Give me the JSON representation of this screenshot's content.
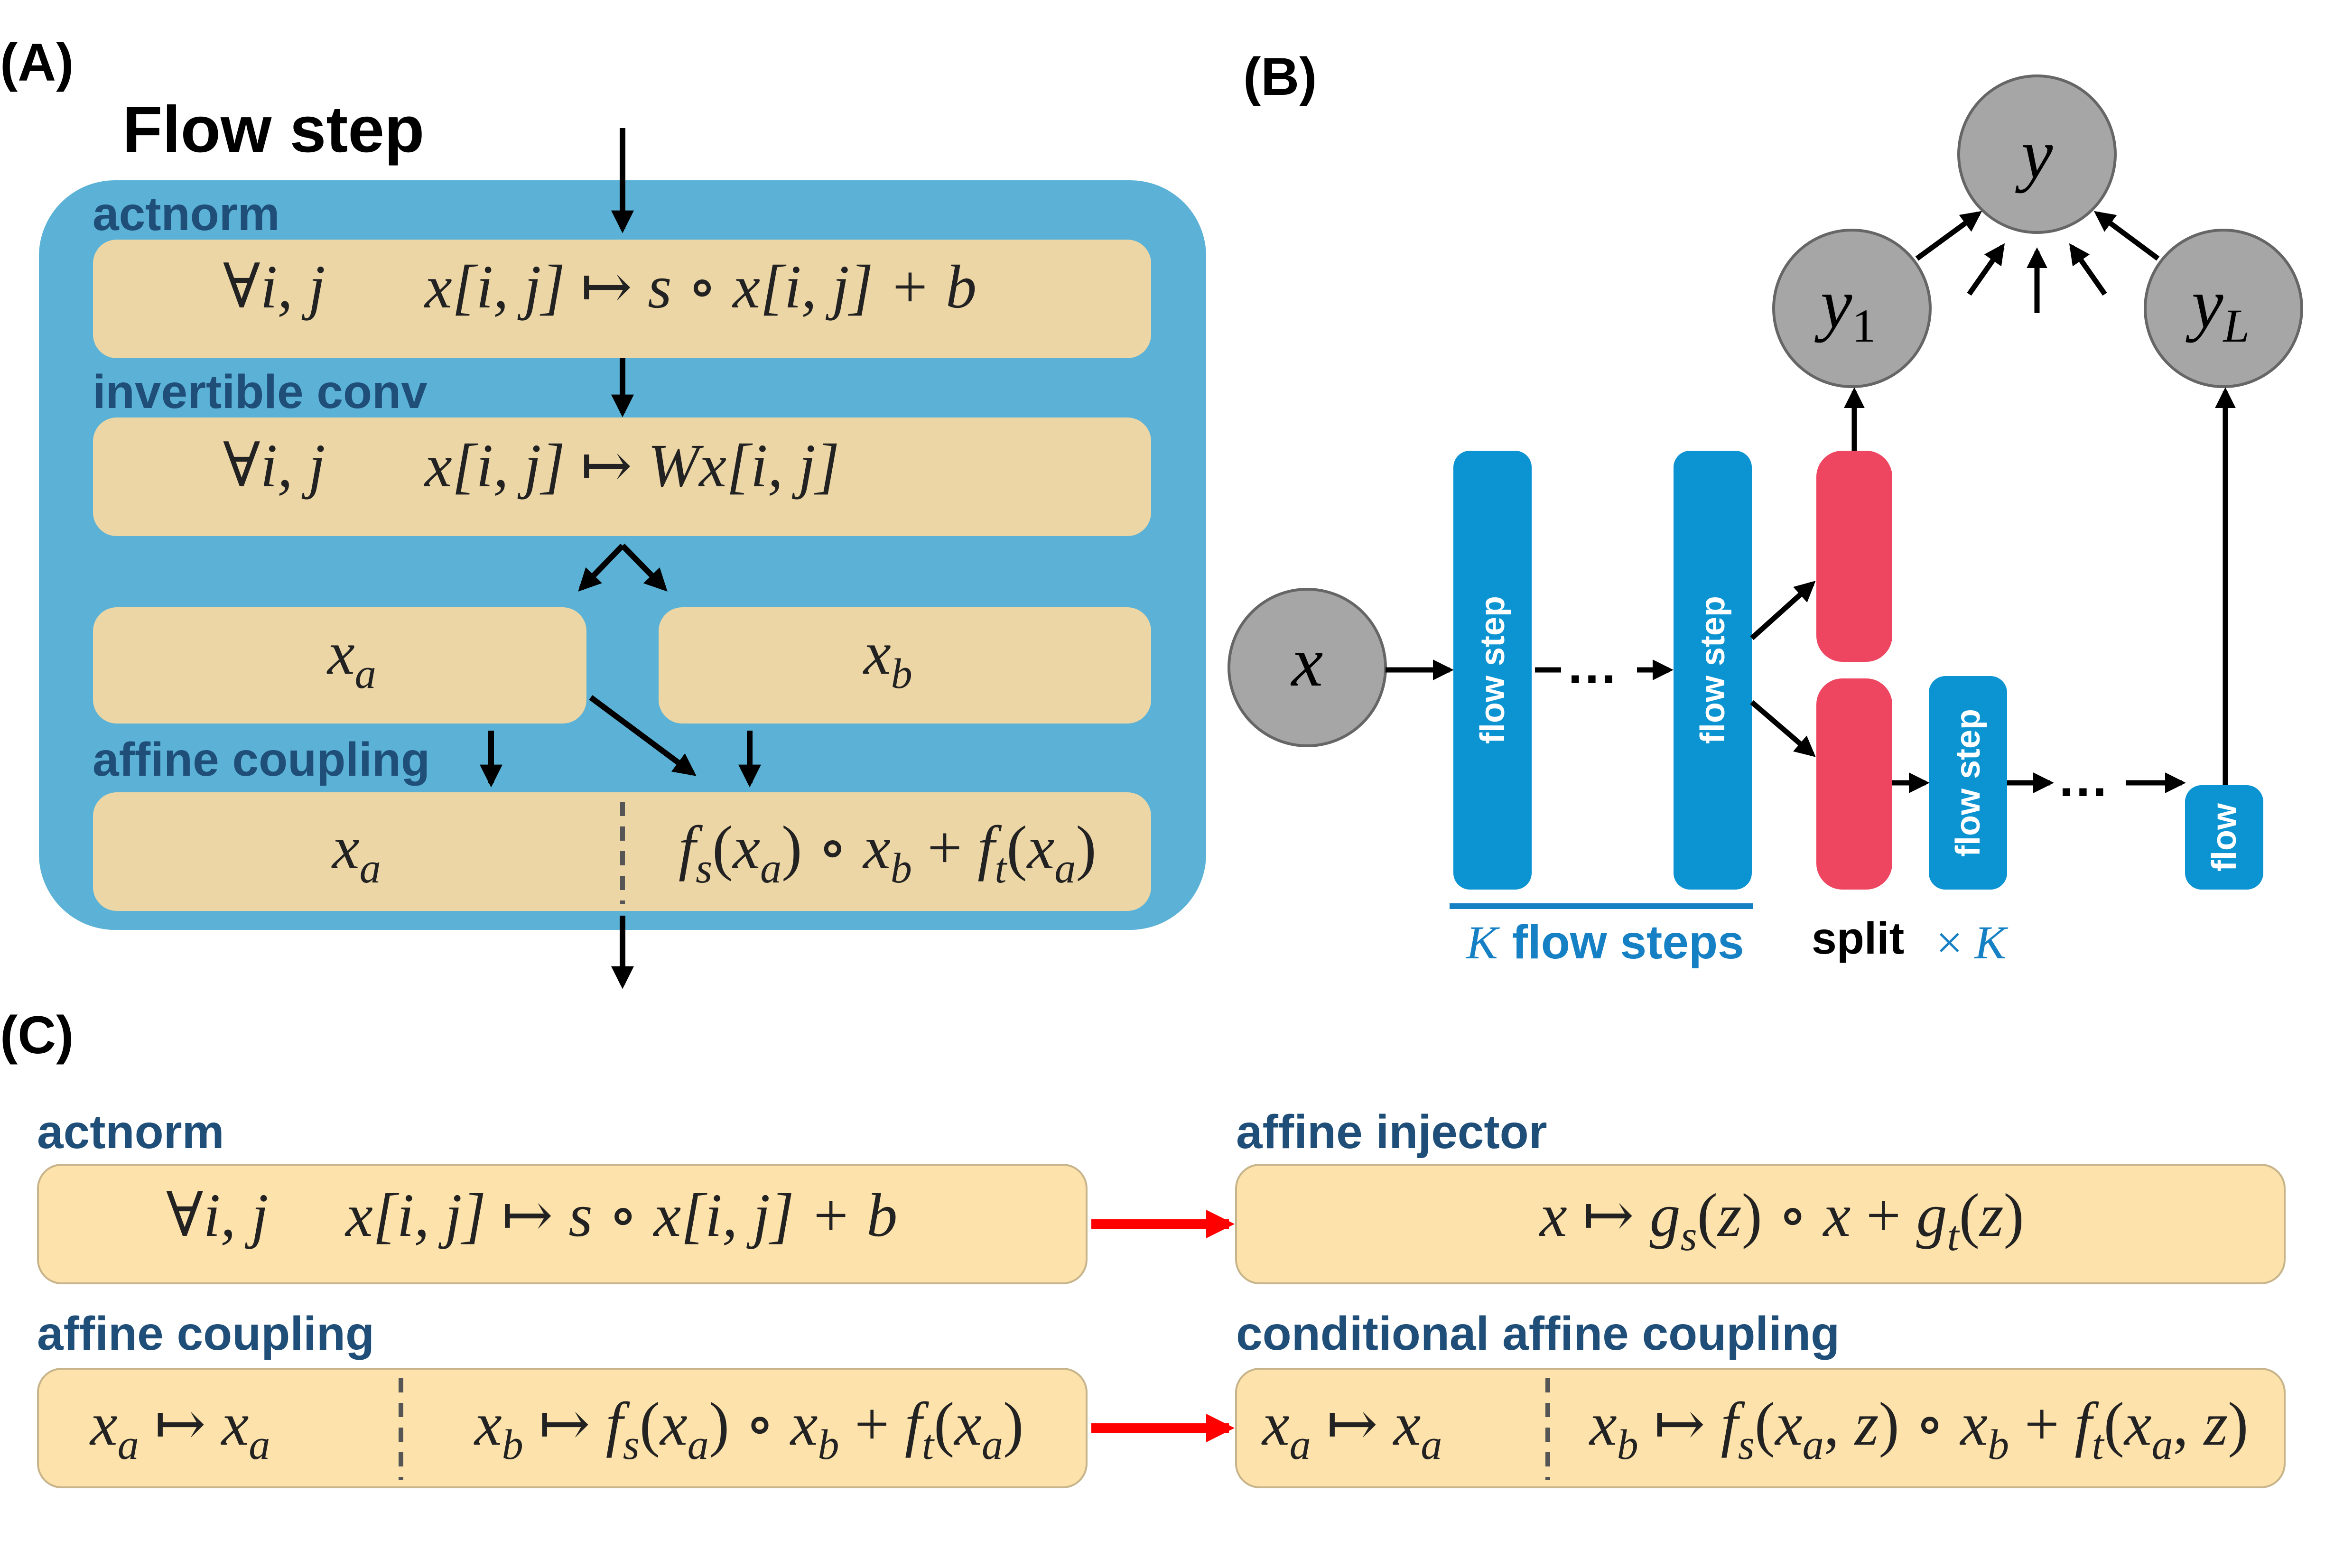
{
  "colors": {
    "panel_blue": "#5bb2d6",
    "cream": "#ecd6a6",
    "cream_c": "#fde2ab",
    "label_navy": "#1f4e79",
    "block_blue": "#0b93d2",
    "split_red": "#ee4560",
    "node_grey": "#a6a6a6",
    "arrow_red": "#ff0000",
    "caption_blue": "#1680c4"
  },
  "panel_a": {
    "tag": "(A)",
    "title": "Flow step",
    "actnorm_label": "actnorm",
    "actnorm_quant": "∀i, j",
    "actnorm_formula": "x[i, j] ↦ s ∘ x[i, j] + b",
    "conv_label": "invertible conv",
    "conv_quant": "∀i, j",
    "conv_formula": "x[i, j] ↦ Wx[i, j]",
    "split_left": "xa",
    "split_right": "xb",
    "coupling_label": "affine coupling",
    "coupling_left": "xa",
    "coupling_right": "fs(xa) ∘ xb + ft(xa)"
  },
  "panel_b": {
    "tag": "(B)",
    "node_y": "y",
    "node_y1": "y1",
    "node_yL": "yL",
    "node_x": "x",
    "block_flow_step": "flow step",
    "block_flow": "flow",
    "dots": "…",
    "caption_k_steps": "K  flow steps",
    "caption_split": "split",
    "caption_times_k": "× K"
  },
  "panel_c": {
    "tag": "(C)",
    "actnorm_label": "actnorm",
    "actnorm_formula": "∀i, j     x[i, j] ↦ s ∘ x[i, j] + b",
    "injector_label": "affine injector",
    "injector_formula": "x ↦ gs(z) ∘ x + gt(z)",
    "coupling_label": "affine coupling",
    "coupling_left": "xa ↦ xa",
    "coupling_right": "xb ↦ fs(xa) ∘ xb + ft(xa)",
    "cond_label": "conditional affine coupling",
    "cond_left": "xa ↦ xa",
    "cond_right": "xb ↦ fs(xa, z) ∘ xb + ft(xa, z)"
  }
}
